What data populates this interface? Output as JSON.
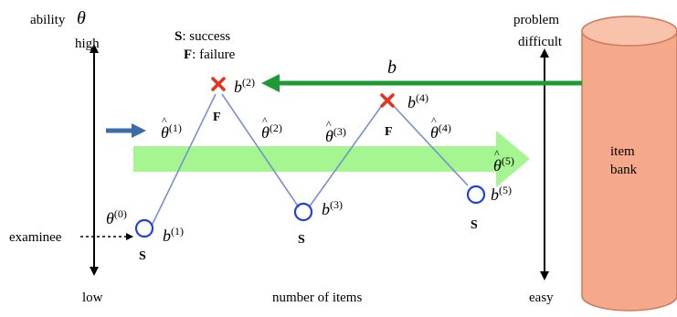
{
  "left_axis": {
    "title": "ability",
    "symbol": "θ",
    "top_label": "high",
    "bottom_label": "low"
  },
  "right_axis": {
    "title": "problem",
    "top_label": "difficult",
    "bottom_label": "easy"
  },
  "legend": {
    "s_key": "S",
    "s_text": ": success",
    "f_key": "F",
    "f_text": ": failure"
  },
  "item_bank": {
    "line1": "item",
    "line2": "bank"
  },
  "b_arrow_label": "b",
  "examinee_label": "examinee",
  "x_label": "number of items",
  "initial_theta": {
    "symbol": "θ",
    "sup": "(0)"
  },
  "items": [
    {
      "b": "b",
      "sup": "(1)",
      "result": "S"
    },
    {
      "b": "b",
      "sup": "(2)",
      "result": "F"
    },
    {
      "b": "b",
      "sup": "(3)",
      "result": "S"
    },
    {
      "b": "b",
      "sup": "(4)",
      "result": "F"
    },
    {
      "b": "b",
      "sup": "(5)",
      "result": "S"
    }
  ],
  "estimates": [
    {
      "symbol": "θ",
      "sup": "(1)"
    },
    {
      "symbol": "θ",
      "sup": "(2)"
    },
    {
      "symbol": "θ",
      "sup": "(3)"
    },
    {
      "symbol": "θ",
      "sup": "(4)"
    },
    {
      "symbol": "θ",
      "sup": "(5)"
    }
  ],
  "colors": {
    "success_circle": "#1f3fe0",
    "failure_cross": "#e8301e",
    "path_line": "#7a8fd0",
    "green_arrow": "#1e9a35",
    "big_arrow": "#a5f590",
    "blue_arrow": "#3a6da8",
    "cylinder": "#f6a98a"
  }
}
